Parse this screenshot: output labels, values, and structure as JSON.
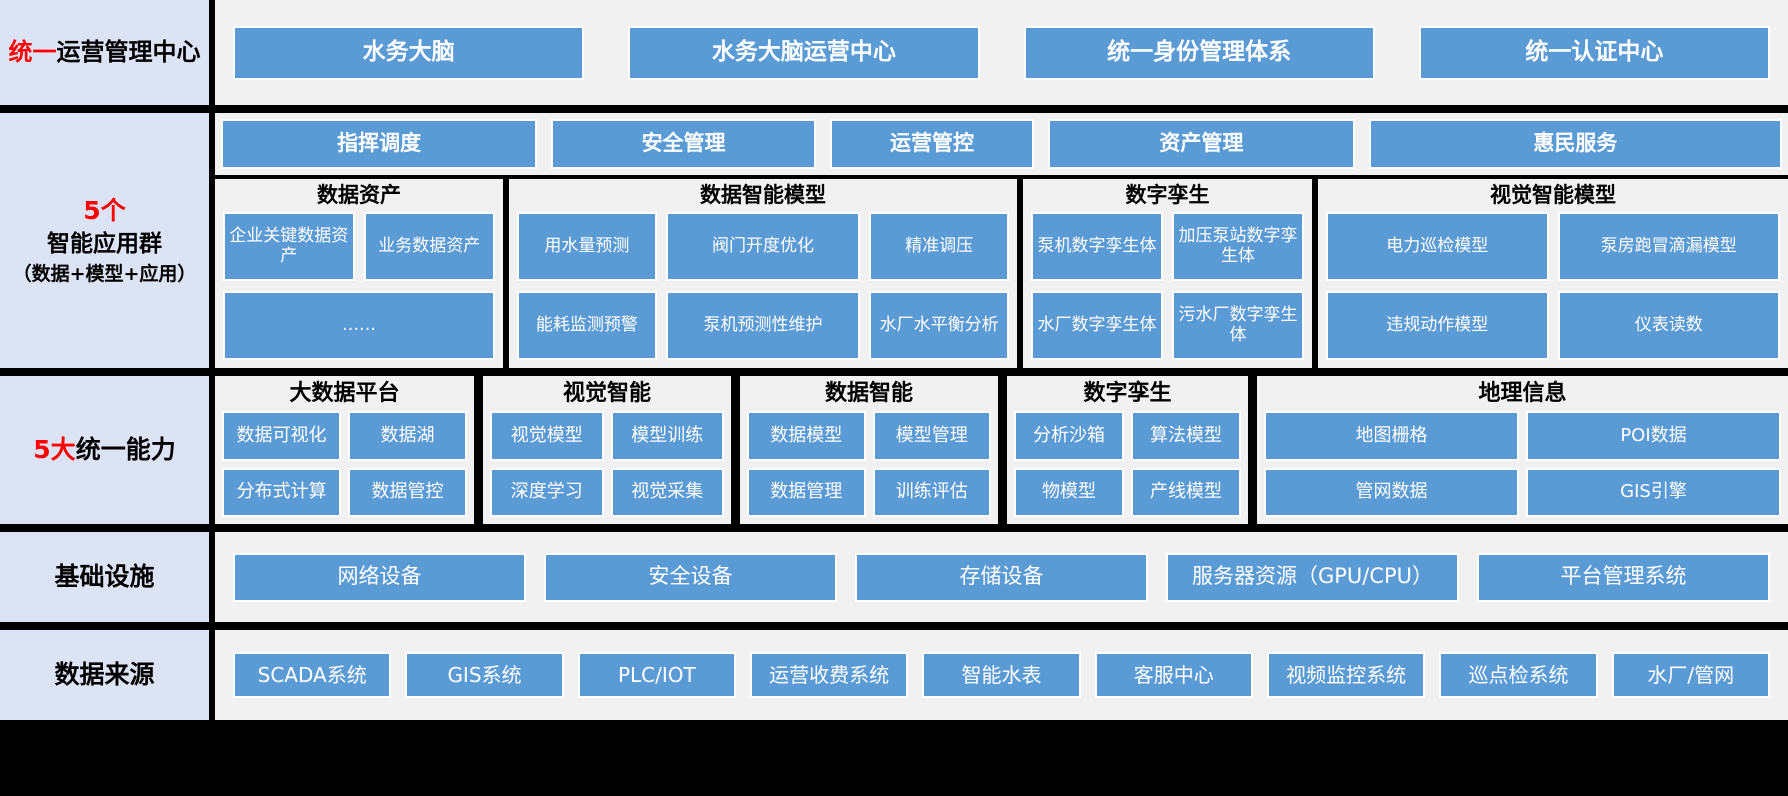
{
  "colors": {
    "chip_blue": "#5b9bd5",
    "label_bg": "#dce3f5",
    "panel_bg": "#f1f1f1",
    "frame": "#000000",
    "accent_red": "#ff0000"
  },
  "rows": {
    "ops_center": {
      "label_red": "统一",
      "label_rest": "运营管理中心",
      "items": [
        "水务大脑",
        "水务大脑运营中心",
        "统一身份管理体系",
        "统一认证中心"
      ]
    },
    "apps": {
      "label_line1": "5个",
      "label_line2": "智能应用群",
      "label_line3": "（数据+模型+应用）",
      "top_items": [
        "指挥调度",
        "安全管理",
        "运营管控",
        "资产管理",
        "惠民服务"
      ],
      "groups": [
        {
          "title": "数据资产",
          "rows": [
            [
              "企业关键数据资产",
              "业务数据资产"
            ],
            [
              "……"
            ]
          ]
        },
        {
          "title": "数据智能模型",
          "rows": [
            [
              "用水量预测",
              "阀门开度优化",
              "精准调压"
            ],
            [
              "能耗监测预警",
              "泵机预测性维护",
              "水厂水平衡分析"
            ]
          ]
        },
        {
          "title": "数字孪生",
          "rows": [
            [
              "泵机数字孪生体",
              "加压泵站数字孪生体"
            ],
            [
              "水厂数字孪生体",
              "污水厂数字孪生体"
            ]
          ]
        },
        {
          "title": "视觉智能模型",
          "rows": [
            [
              "电力巡检模型",
              "泵房跑冒滴漏模型"
            ],
            [
              "违规动作模型",
              "仪表读数"
            ]
          ]
        }
      ]
    },
    "capabilities": {
      "label_red": "5大",
      "label_rest": "统一能力",
      "groups": [
        {
          "title": "大数据平台",
          "rows": [
            [
              "数据可视化",
              "数据湖"
            ],
            [
              "分布式计算",
              "数据管控"
            ]
          ]
        },
        {
          "title": "视觉智能",
          "rows": [
            [
              "视觉模型",
              "模型训练"
            ],
            [
              "深度学习",
              "视觉采集"
            ]
          ]
        },
        {
          "title": "数据智能",
          "rows": [
            [
              "数据模型",
              "模型管理"
            ],
            [
              "数据管理",
              "训练评估"
            ]
          ]
        },
        {
          "title": "数字孪生",
          "rows": [
            [
              "分析沙箱",
              "算法模型"
            ],
            [
              "物模型",
              "产线模型"
            ]
          ]
        },
        {
          "title": "地理信息",
          "rows": [
            [
              "地图栅格",
              "POI数据"
            ],
            [
              "管网数据",
              "GIS引擎"
            ]
          ]
        }
      ]
    },
    "infrastructure": {
      "label": "基础设施",
      "items": [
        "网络设备",
        "安全设备",
        "存储设备",
        "服务器资源（GPU/CPU）",
        "平台管理系统"
      ]
    },
    "data_sources": {
      "label": "数据来源",
      "items": [
        "SCADA系统",
        "GIS系统",
        "PLC/IOT",
        "运营收费系统",
        "智能水表",
        "客服中心",
        "视频监控系统",
        "巡点检系统",
        "水厂/管网"
      ]
    }
  }
}
